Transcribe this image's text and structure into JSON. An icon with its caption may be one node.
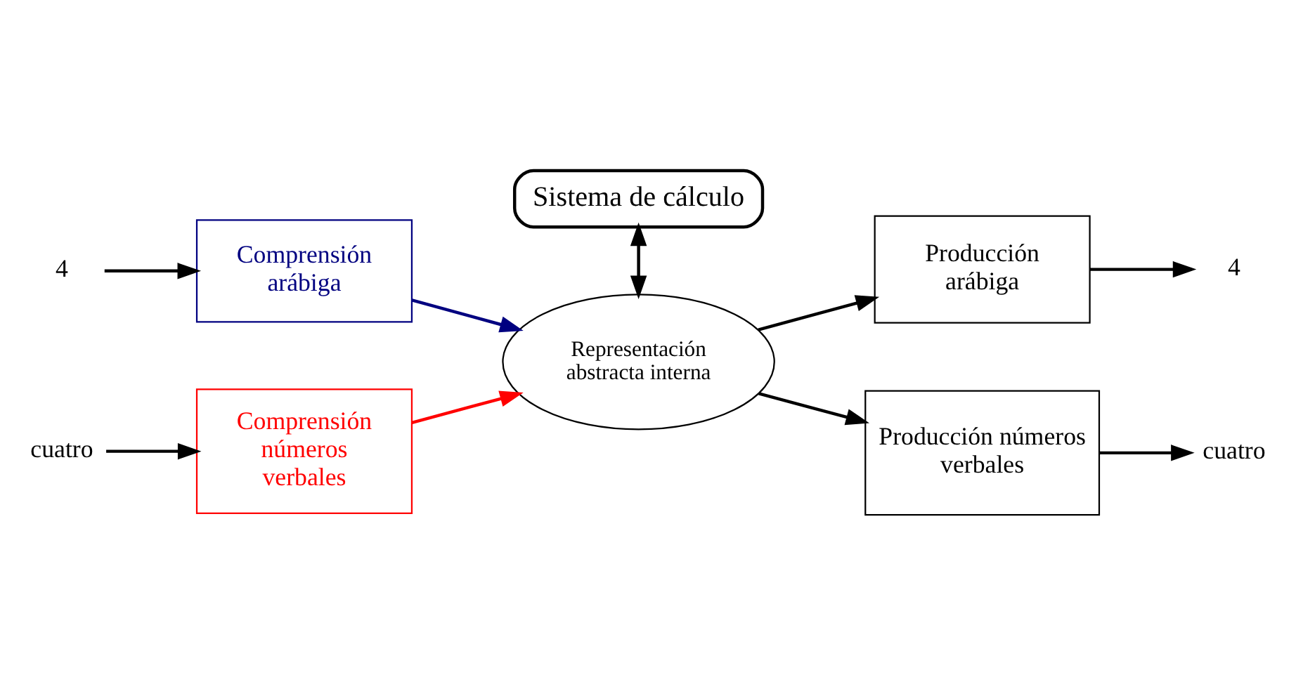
{
  "diagram": {
    "nodes": [
      {
        "text": [
          "Sistema de cálculo"
        ]
      },
      {
        "text": [
          "4"
        ]
      },
      {
        "text": [
          "Comprensión arábiga"
        ]
      },
      {
        "text": [
          "cuatro"
        ]
      },
      {
        "text": [
          "Comprensión números verbales"
        ]
      },
      {
        "text": [
          "Representación abstracta interna"
        ]
      },
      {
        "text": [
          "Producción arábiga"
        ]
      },
      {
        "text": [
          "4"
        ]
      },
      {
        "text": [
          "Producción números verbales"
        ]
      },
      {
        "text": [
          "cuatro"
        ]
      }
    ],
    "edges": [
      {
        "from": 1,
        "to": 2,
        "arrow": "to"
      },
      {
        "from": 3,
        "to": 4,
        "arrow": "to"
      },
      {
        "from": 2,
        "to": 5,
        "arrow": "to",
        "color": "#000080"
      },
      {
        "from": 4,
        "to": 5,
        "arrow": "to",
        "color": "#ff0000"
      },
      {
        "from": 0,
        "to": 5,
        "arrow": "both"
      },
      {
        "from": 5,
        "to": 6,
        "arrow": "to"
      },
      {
        "from": 6,
        "to": 7,
        "arrow": "to"
      },
      {
        "from": 5,
        "to": 8,
        "arrow": "to"
      },
      {
        "from": 8,
        "to": 9,
        "arrow": "to"
      }
    ]
  }
}
